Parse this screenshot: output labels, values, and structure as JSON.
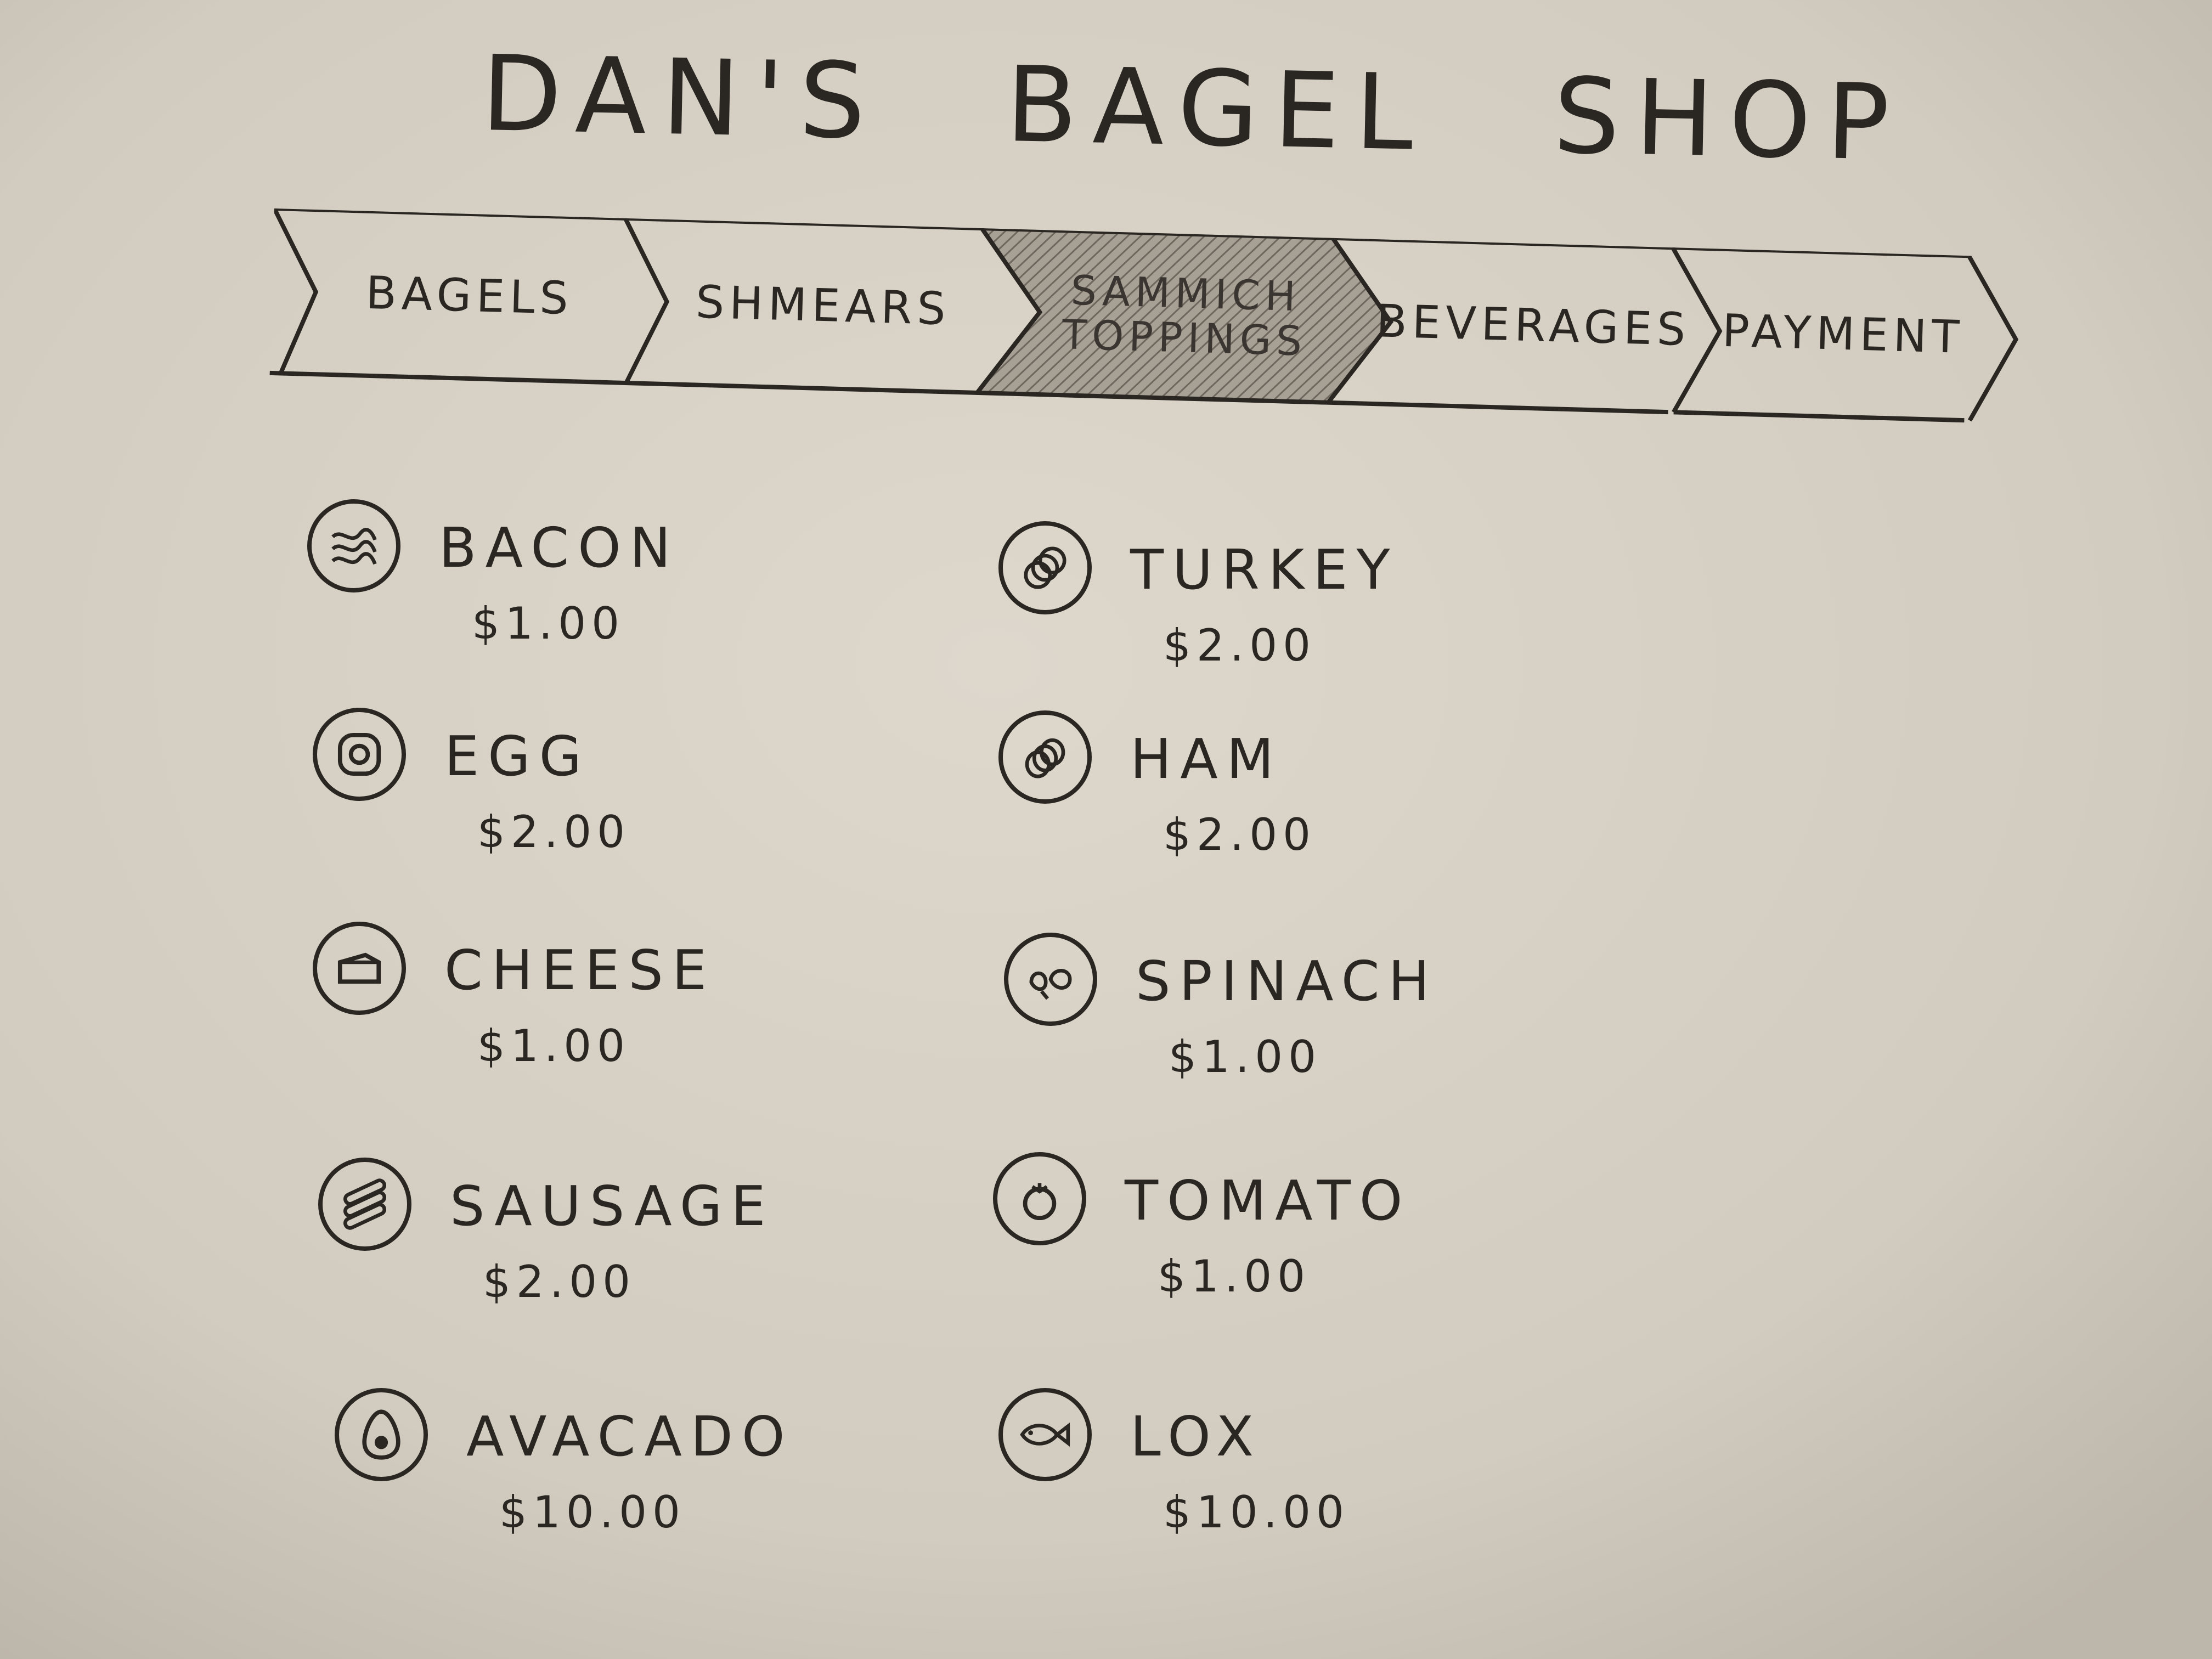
{
  "shop": {
    "title": "DAN'S BAGEL SHOP"
  },
  "nav": {
    "active": "SAMMICH TOPPINGS",
    "tabs": [
      {
        "label": "BAGELS"
      },
      {
        "label": "SHMEARS"
      },
      {
        "label": "SAMMICH\nTOPPINGS"
      },
      {
        "label": "BEVERAGES"
      },
      {
        "label": "PAYMENT"
      }
    ]
  },
  "menu": {
    "left": [
      {
        "name": "BACON",
        "price": "$1.00",
        "icon": "bacon-icon"
      },
      {
        "name": "EGG",
        "price": "$2.00",
        "icon": "egg-icon"
      },
      {
        "name": "CHEESE",
        "price": "$1.00",
        "icon": "cheese-icon"
      },
      {
        "name": "SAUSAGE",
        "price": "$2.00",
        "icon": "sausage-icon"
      },
      {
        "name": "AVACADO",
        "price": "$10.00",
        "icon": "avocado-icon"
      }
    ],
    "right": [
      {
        "name": "TURKEY",
        "price": "$2.00",
        "icon": "turkey-icon"
      },
      {
        "name": "HAM",
        "price": "$2.00",
        "icon": "ham-icon"
      },
      {
        "name": "SPINACH",
        "price": "$1.00",
        "icon": "spinach-icon"
      },
      {
        "name": "TOMATO",
        "price": "$1.00",
        "icon": "tomato-icon"
      },
      {
        "name": "LOX",
        "price": "$10.00",
        "icon": "fish-icon"
      }
    ]
  },
  "colors": {
    "paper": "#d9d3c7",
    "ink": "#2a2622",
    "active_shade": "#9e978c"
  }
}
